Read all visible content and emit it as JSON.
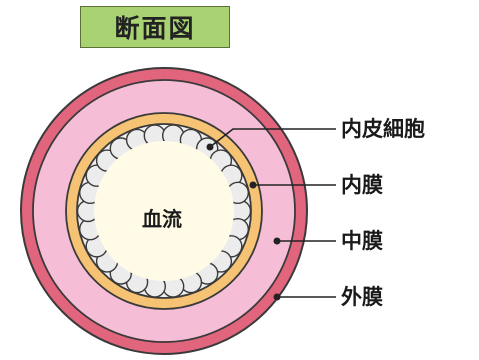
{
  "title": "断面図",
  "center_label": "血流",
  "labels": {
    "endothelial": "内皮細胞",
    "intima": "内膜",
    "media": "中膜",
    "adventitia": "外膜"
  },
  "colors": {
    "outline": "#3a3a3a",
    "adventitia": "#e2657e",
    "media": "#f5bed6",
    "intima": "#f6c374",
    "endothelium": "#eeeeee",
    "lumen": "#fffbe6",
    "title_bg": "#a9d372"
  }
}
